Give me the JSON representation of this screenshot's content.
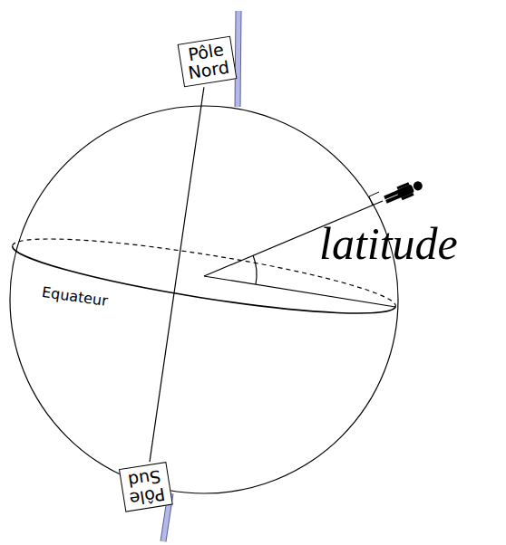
{
  "diagram": {
    "nodes": [
      {
        "text": [
          "Pôle Nord"
        ]
      },
      {
        "text": [
          "Pôle Sud"
        ]
      }
    ],
    "edges": [
      {
        "from": 0,
        "to": 1,
        "arrow": "none"
      }
    ],
    "labels": [
      "Equateur",
      "latitude"
    ]
  }
}
